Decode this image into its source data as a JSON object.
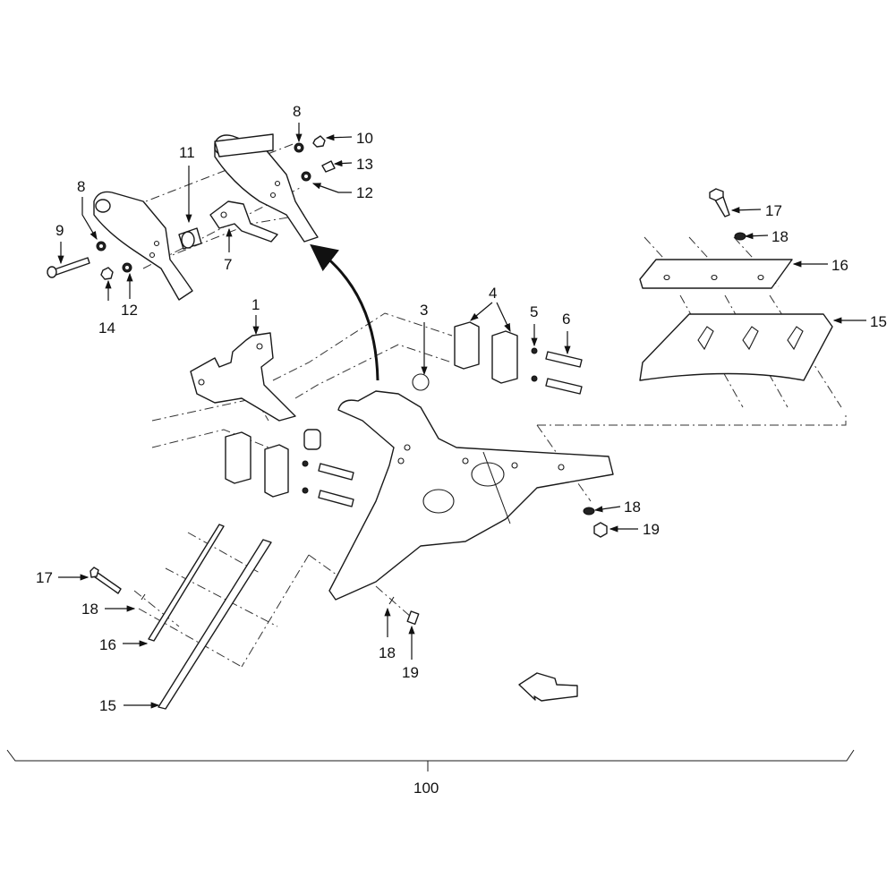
{
  "diagram": {
    "type": "exploded-parts-diagram",
    "assembly_number": "100",
    "callouts": [
      {
        "id": "c8a",
        "label": "8"
      },
      {
        "id": "c10",
        "label": "10"
      },
      {
        "id": "c13",
        "label": "13"
      },
      {
        "id": "c12a",
        "label": "12"
      },
      {
        "id": "c11",
        "label": "11"
      },
      {
        "id": "c8b",
        "label": "8"
      },
      {
        "id": "c9",
        "label": "9"
      },
      {
        "id": "c7",
        "label": "7"
      },
      {
        "id": "c14",
        "label": "14"
      },
      {
        "id": "c12b",
        "label": "12"
      },
      {
        "id": "c17a",
        "label": "17"
      },
      {
        "id": "c18a",
        "label": "18"
      },
      {
        "id": "c16a",
        "label": "16"
      },
      {
        "id": "c15a",
        "label": "15"
      },
      {
        "id": "c1",
        "label": "1"
      },
      {
        "id": "c3",
        "label": "3"
      },
      {
        "id": "c4",
        "label": "4"
      },
      {
        "id": "c5",
        "label": "5"
      },
      {
        "id": "c6",
        "label": "6"
      },
      {
        "id": "c18b",
        "label": "18"
      },
      {
        "id": "c19a",
        "label": "19"
      },
      {
        "id": "c17b",
        "label": "17"
      },
      {
        "id": "c18c",
        "label": "18"
      },
      {
        "id": "c16b",
        "label": "16"
      },
      {
        "id": "c15b",
        "label": "15"
      },
      {
        "id": "c18d",
        "label": "18"
      },
      {
        "id": "c19b",
        "label": "19"
      }
    ],
    "indicators": [
      "rotation-arrow",
      "direction-arrow"
    ]
  }
}
